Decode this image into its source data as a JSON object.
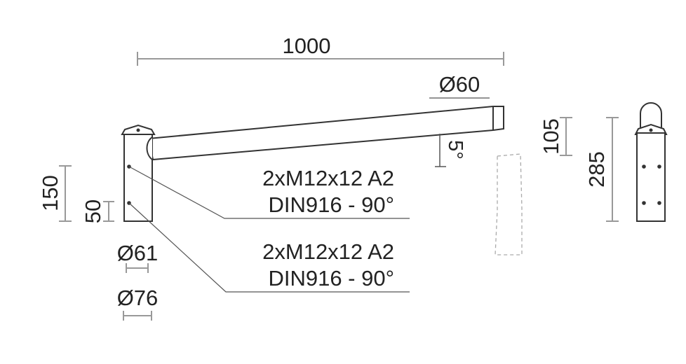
{
  "dimensions": {
    "total_length": "1000",
    "tube_diameter": "Ø60",
    "arm_angle": "5°",
    "bracket_height": "150",
    "bolt_spacing": "50",
    "inner_diameter": "Ø61",
    "outer_diameter": "Ø76",
    "side_bolt_spacing": "105",
    "side_height": "285"
  },
  "callouts": [
    {
      "line1": "2xM12x12 A2",
      "line2": "DIN916 - 90°"
    },
    {
      "line1": "2xM12x12 A2",
      "line2": "DIN916 - 90°"
    }
  ],
  "colors": {
    "outline": "#333333",
    "dimension_line": "#999999",
    "leader_line": "#555555",
    "text": "#222222",
    "dashed_outline": "#aaaaaa"
  }
}
